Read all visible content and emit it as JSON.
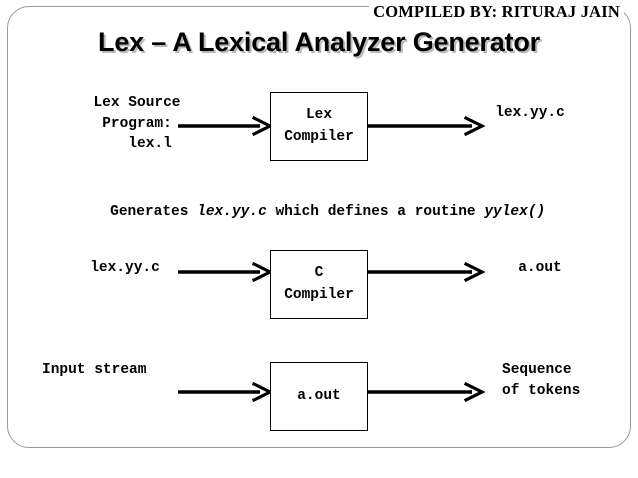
{
  "slide": {
    "header_credit": "COMPILED BY: RITURAJ JAIN",
    "title": "Lex – A Lexical Analyzer Generator",
    "narrative": {
      "part1": "Generates ",
      "emph1": "lex.yy.c",
      "part2": " which defines a routine ",
      "emph2": "yylex()"
    },
    "colors": {
      "background": "#ffffff",
      "text": "#000000",
      "frame_border": "#9a9a9a",
      "title_shadow": "#b9b9b9",
      "box_border": "#000000"
    }
  },
  "flow": {
    "rows": [
      {
        "input_label": "Lex Source\nProgram:\n   lex.l",
        "box_label": "Lex\nCompiler",
        "output_label": "lex.yy.c"
      },
      {
        "input_label": "lex.yy.c",
        "box_label": "C\nCompiler",
        "output_label": "a.out"
      },
      {
        "input_label": "Input stream",
        "box_label": "a.out",
        "output_label": "Sequence\nof tokens"
      }
    ]
  }
}
